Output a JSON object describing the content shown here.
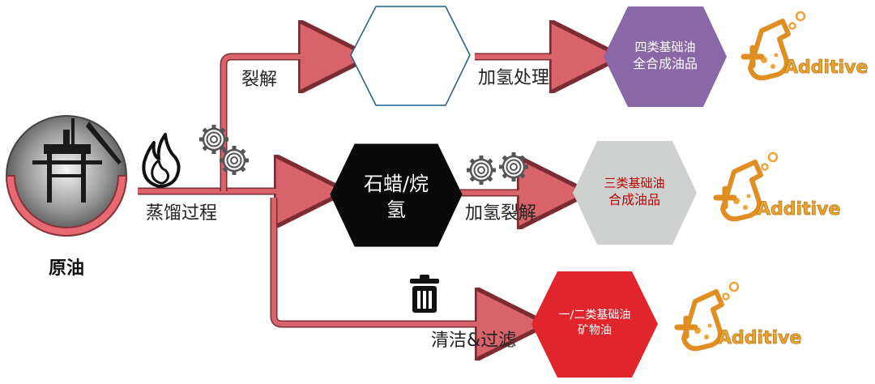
{
  "source": {
    "label": "原油"
  },
  "labels": {
    "distillation": "蒸馏过程",
    "cracking": "裂解",
    "hydrotreating": "加氢处理",
    "hydrocracking": "加氢裂解",
    "cleaning": "清洁&过滤"
  },
  "hexagons": {
    "top_empty": {
      "line1": "",
      "line2": ""
    },
    "wax": {
      "line1": "石蜡/烷",
      "line2": "氢"
    },
    "group4": {
      "line1": "四类基础油",
      "line2": "全合成油品"
    },
    "group3": {
      "line1": "三类基础油",
      "line2": "合成油品"
    },
    "group12": {
      "line1": "一/二类基础油",
      "line2": "矿物油"
    }
  },
  "additive": {
    "text": "Additive"
  },
  "colors": {
    "pipe": "#d9636b",
    "pipe_edge": "#7a2e34",
    "group4": "#8a67a6",
    "group3": "#cfd1d1",
    "group3_text": "#c00000",
    "group12": "#e0262c",
    "wax": "#0a0a0a",
    "additive_orange": "#f0a23a",
    "additive_text": "#e8a534"
  }
}
